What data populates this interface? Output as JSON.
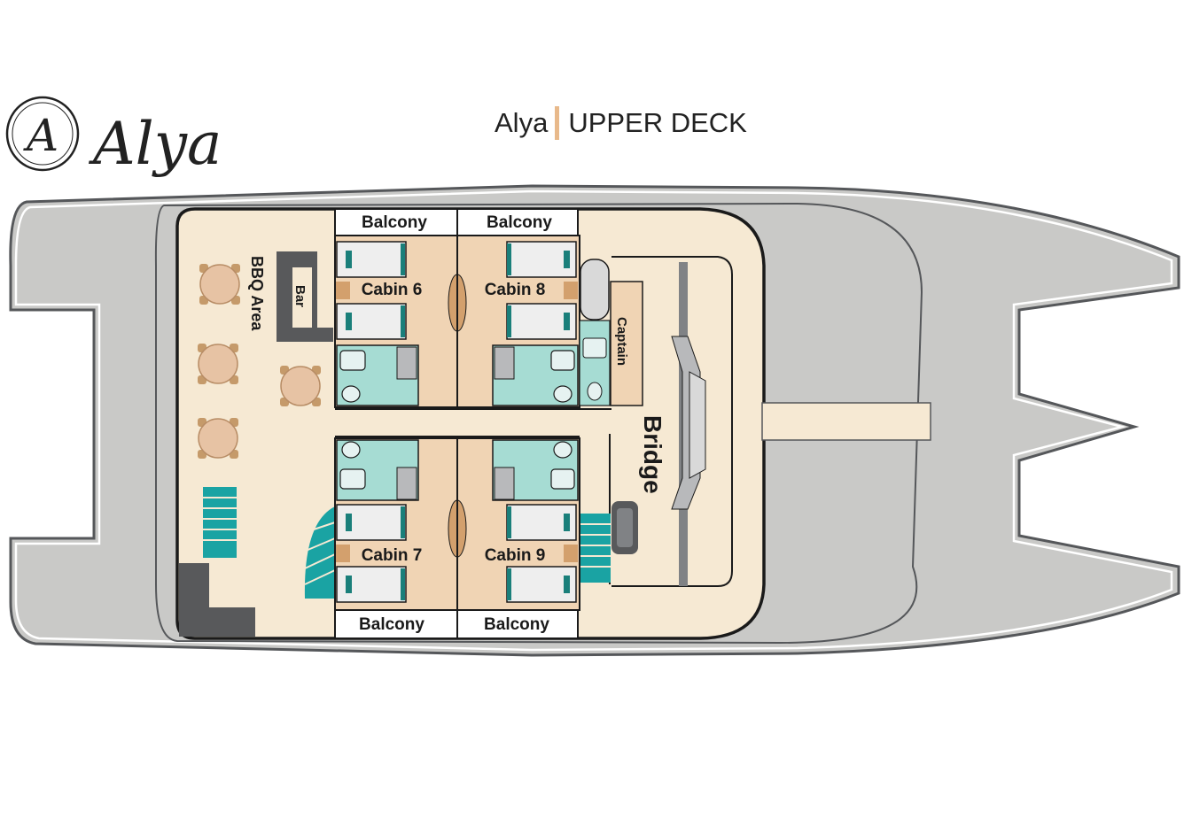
{
  "logo": {
    "monogram": "A",
    "wordmark": "Alya"
  },
  "title": {
    "ship": "Alya",
    "deck": "UPPER DECK"
  },
  "areas": {
    "bbq": "BBQ Area",
    "bar": "Bar",
    "captain": "Captain",
    "bridge": "Bridge"
  },
  "cabins": {
    "cabin6": {
      "name": "Cabin 6",
      "balcony": "Balcony"
    },
    "cabin8": {
      "name": "Cabin 8",
      "balcony": "Balcony"
    },
    "cabin7": {
      "name": "Cabin 7",
      "balcony": "Balcony"
    },
    "cabin9": {
      "name": "Cabin 9",
      "balcony": "Balcony"
    }
  },
  "colors": {
    "hull": "#c9c9c7",
    "deck": "#f6e9d3",
    "cabin": "#f0d4b4",
    "bath": "#a6dcd3",
    "teal": "#1aa3a3",
    "dark": "#58595b",
    "accent": "#e8b98b"
  }
}
